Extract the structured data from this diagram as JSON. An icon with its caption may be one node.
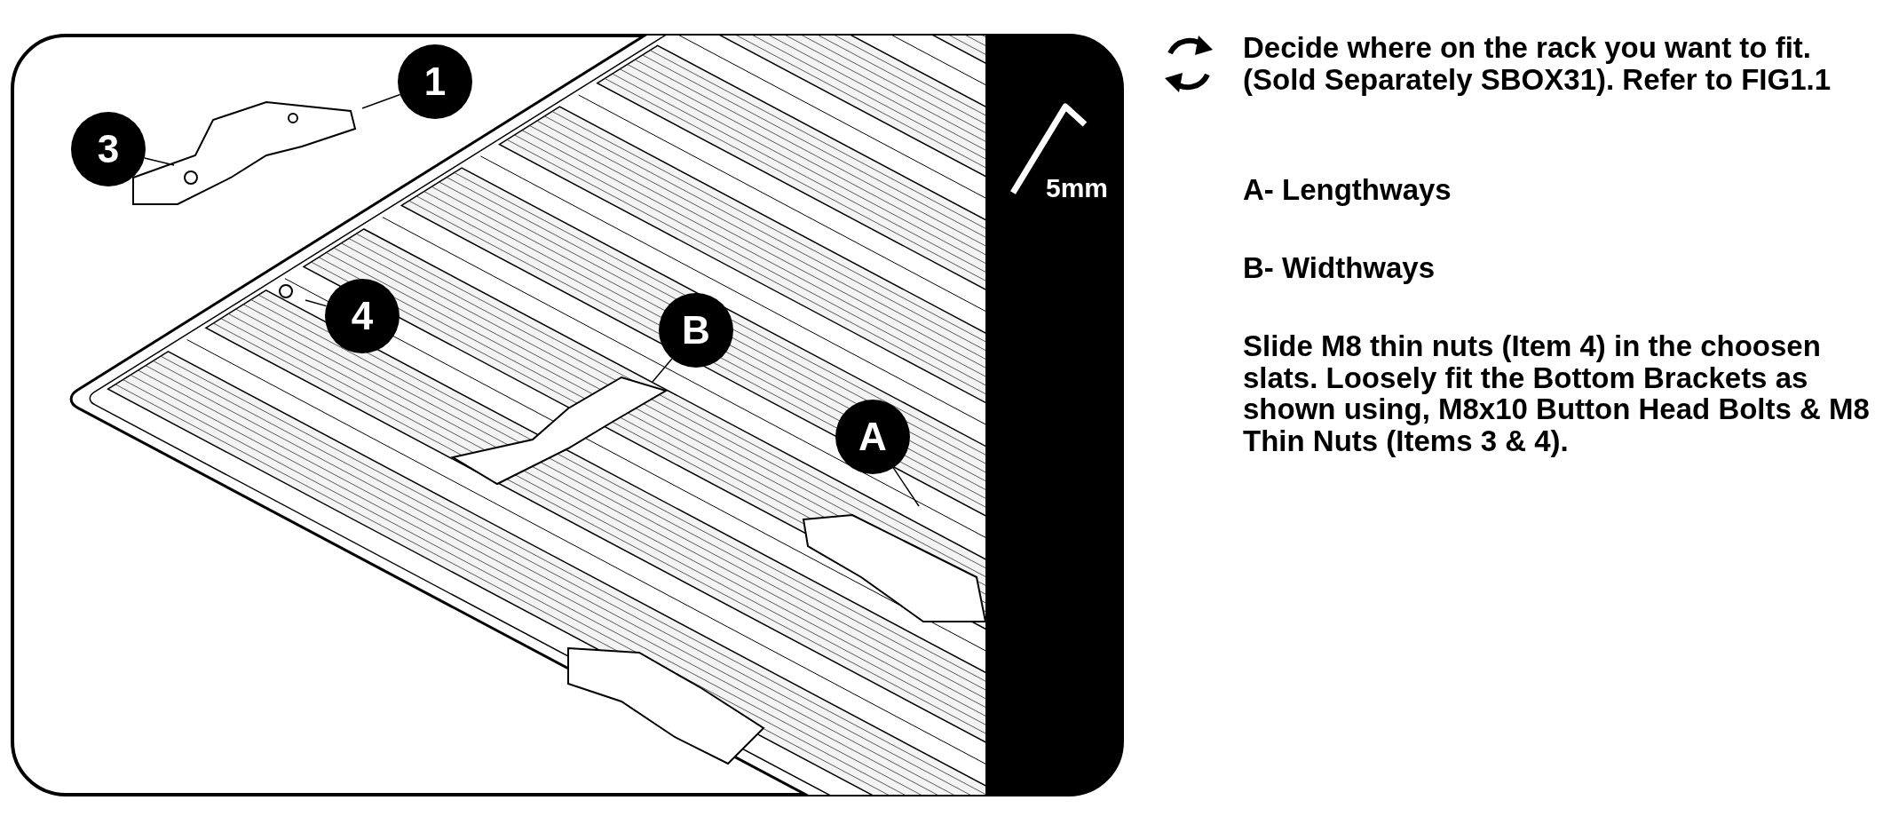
{
  "diagram": {
    "nodes": [
      {
        "text": [
          "1"
        ]
      },
      {
        "text": [
          "3"
        ]
      },
      {
        "text": [
          "4"
        ]
      },
      {
        "text": [
          "B"
        ]
      },
      {
        "text": [
          "A"
        ]
      }
    ],
    "edges": [
      {
        "from": 0,
        "to": null,
        "arrow": "none"
      },
      {
        "from": 1,
        "to": null,
        "arrow": "none"
      },
      {
        "from": 2,
        "to": null,
        "arrow": "none"
      },
      {
        "from": 3,
        "to": null,
        "arrow": "none"
      },
      {
        "from": 4,
        "to": null,
        "arrow": "none"
      }
    ],
    "labels": [
      "5mm",
      "Decide where on the rack you want to fit. (Sold Separately SBOX31). Refer to FIG1.1",
      "A- Lengthways",
      "B- Widthways",
      "Slide M8 thin nuts (Item 4) in the choosen slats. Loosely fit the Bottom Brackets as shown using, M8x10 Button Head Bolts & M8 Thin Nuts (Items 3 & 4)."
    ]
  }
}
